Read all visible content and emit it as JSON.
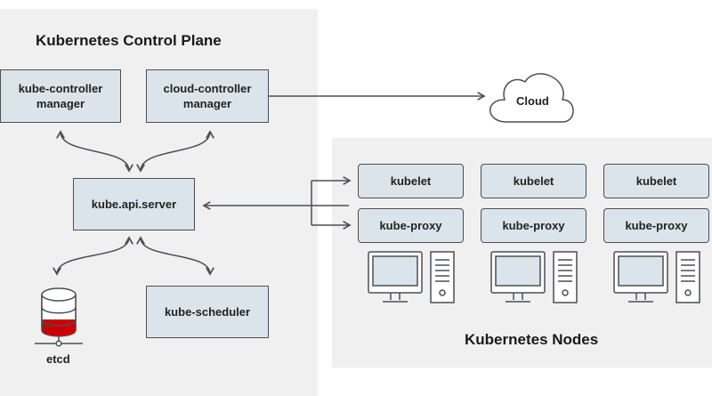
{
  "control_plane": {
    "title": "Kubernetes Control Plane",
    "kube_controller_manager": "kube-controller\nmanager",
    "cloud_controller_manager": "cloud-controller\nmanager",
    "api_server": "kube.api.server",
    "scheduler": "kube-scheduler",
    "etcd": "etcd"
  },
  "cloud": {
    "label": "Cloud"
  },
  "nodes": {
    "title": "Kubernetes Nodes",
    "items": [
      {
        "kubelet": "kubelet",
        "proxy": "kube-proxy"
      },
      {
        "kubelet": "kubelet",
        "proxy": "kube-proxy"
      },
      {
        "kubelet": "kubelet",
        "proxy": "kube-proxy"
      }
    ]
  },
  "colors": {
    "panel_bg": "#f0f0f0",
    "box_fill": "#dbe4ea",
    "outline": "#4b4f53",
    "etcd_red": "#cc0000"
  }
}
